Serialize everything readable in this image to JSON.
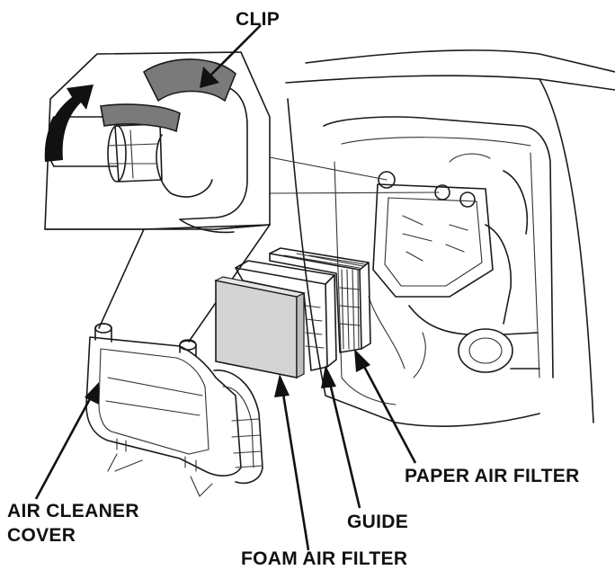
{
  "labels": {
    "clip": "CLIP",
    "paper_air_filter": "PAPER AIR FILTER",
    "guide": "GUIDE",
    "air_cleaner_cover_line1": "AIR CLEANER",
    "air_cleaner_cover_line2": "COVER",
    "foam_air_filter": "FOAM AIR FILTER"
  },
  "colors": {
    "line": "#1a1a1a",
    "clip_fill": "#7a7a7a",
    "foam_fill": "#d4d4d4",
    "arrow_fill": "#111111"
  }
}
